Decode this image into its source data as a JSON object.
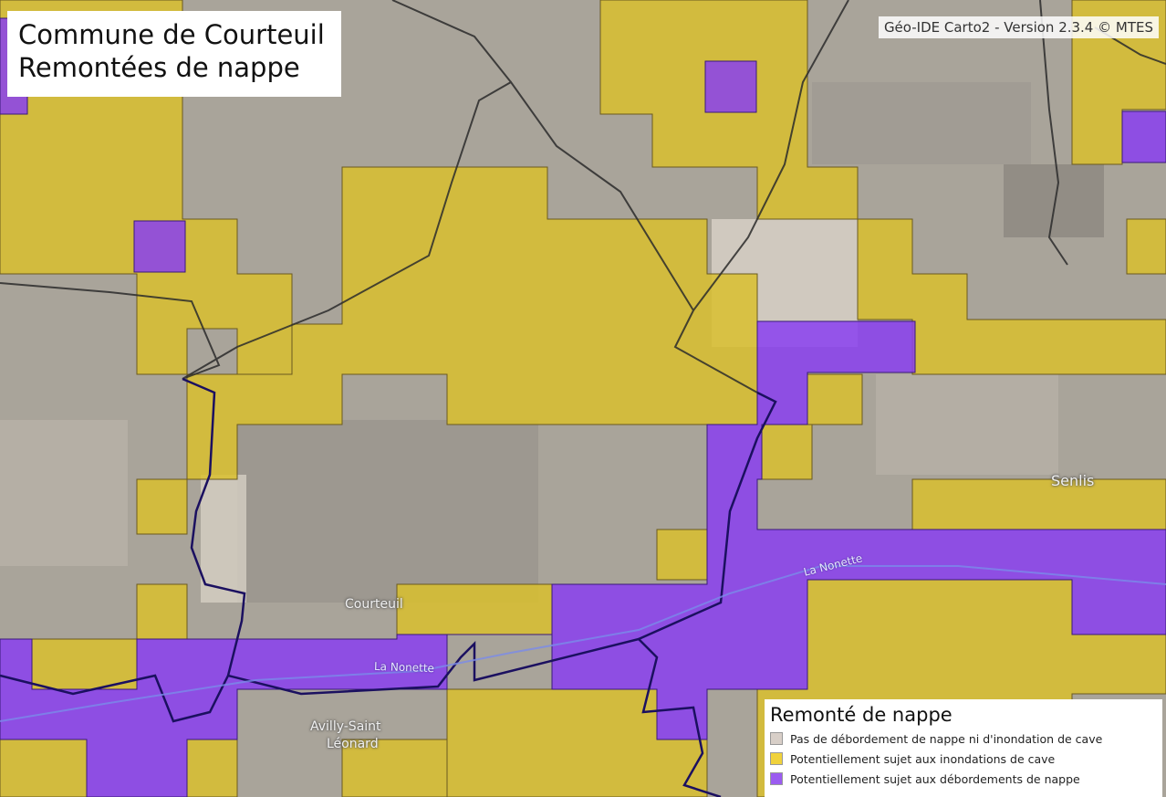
{
  "map": {
    "title_line1": "Commune de Courteuil",
    "title_line2": "Remontées de nappe",
    "version_text": "Géo-IDE Carto2 - Version 2.3.4 © MTES",
    "places": [
      {
        "id": "courteuil",
        "label": "Courteuil"
      },
      {
        "id": "senlis",
        "label": "Senlis"
      },
      {
        "id": "avilly1",
        "label": "Avilly-Saint"
      },
      {
        "id": "avilly2",
        "label": "Léonard"
      }
    ],
    "rivers": [
      {
        "id": "nonette-west",
        "label": "La Nonette"
      },
      {
        "id": "nonette-east",
        "label": "La Nonette"
      }
    ]
  },
  "legend": {
    "title": "Remonté de nappe",
    "items": [
      {
        "label": "Pas de débordement de nappe ni d'inondation de cave",
        "color": "#d8cfc8"
      },
      {
        "label": "Potentiellement sujet aux inondations de cave",
        "color": "#f0d23c"
      },
      {
        "label": "Potentiellement sujet aux débordements de nappe",
        "color": "#9b5cf0"
      }
    ]
  },
  "colors": {
    "background": "#a9a49a",
    "yellow_zone": "#d9bf2e",
    "purple_zone": "#8a3ff0",
    "boundary": "#2b2b2b",
    "commune_outline": "#1b1060"
  }
}
